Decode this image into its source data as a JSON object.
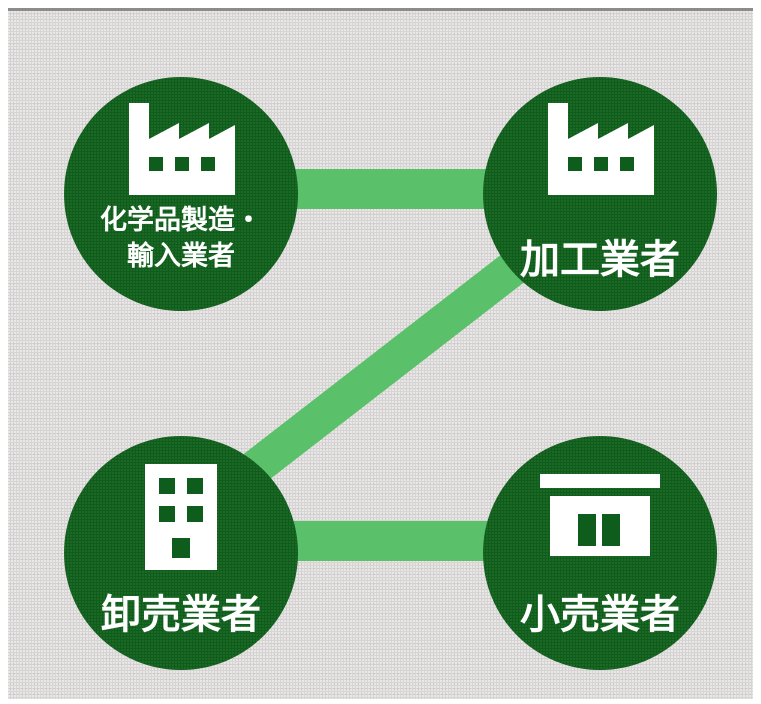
{
  "colors": {
    "background": "#d7d5d3",
    "node_fill": "#0f5d1d",
    "connector": "#5bc06a",
    "text": "#ffffff"
  },
  "nodes": {
    "manufacturer": {
      "label_line1": "化学品製造・",
      "label_line2": "輸入業者",
      "icon": "factory-icon"
    },
    "processor": {
      "label": "加工業者",
      "icon": "factory-icon"
    },
    "wholesaler": {
      "label": "卸売業者",
      "icon": "office-building-icon"
    },
    "retailer": {
      "label": "小売業者",
      "icon": "store-icon"
    }
  }
}
